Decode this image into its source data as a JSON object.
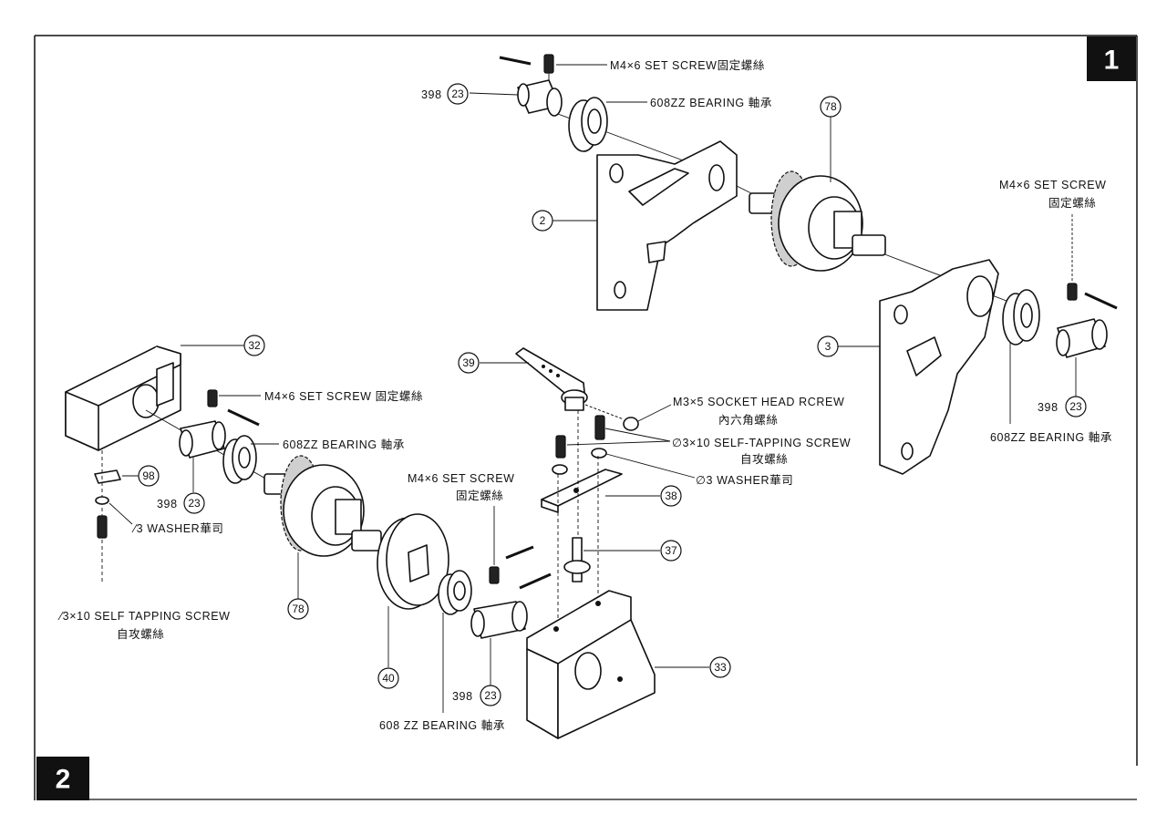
{
  "page_markers": {
    "top_right": "1",
    "bottom_left": "2"
  },
  "parts": {
    "p23_top": {
      "prefix": "398",
      "num": "23"
    },
    "p2": {
      "num": "2"
    },
    "p78_top": {
      "num": "78"
    },
    "p3": {
      "num": "3"
    },
    "p23_right": {
      "prefix": "398",
      "num": "23"
    },
    "p32": {
      "num": "32"
    },
    "p39": {
      "num": "39"
    },
    "p98": {
      "num": "98"
    },
    "p23_left": {
      "prefix": "398",
      "num": "23"
    },
    "p38": {
      "num": "38"
    },
    "p78_bottom": {
      "num": "78"
    },
    "p37": {
      "num": "37"
    },
    "p40": {
      "num": "40"
    },
    "p33": {
      "num": "33"
    },
    "p23_bottom": {
      "prefix": "398",
      "num": "23"
    }
  },
  "labels": {
    "set_screw_top": "M4×6 SET SCREW固定螺絲",
    "bearing_top": "608ZZ BEARING 軸承",
    "set_screw_right_1": "M4×6 SET SCREW",
    "set_screw_right_2": "固定螺絲",
    "bearing_right": "608ZZ BEARING 軸承",
    "set_screw_left": "M4×6 SET SCREW 固定螺絲",
    "bearing_left": "608ZZ BEARING 軸承",
    "washer_left": "⁄3 WASHER華司",
    "self_tap_left_1": "⁄3×10 SELF TAPPING SCREW",
    "self_tap_left_2": "自攻螺絲",
    "socket_1": "M3×5 SOCKET HEAD RCREW",
    "socket_2": "內六角螺絲",
    "self_tap_mid_1": "∅3×10 SELF-TAPPING SCREW",
    "self_tap_mid_2": "自攻螺絲",
    "washer_mid": "∅3 WASHER華司",
    "set_screw_mid_1": "M4×6 SET SCREW",
    "set_screw_mid_2": "固定螺絲",
    "bearing_bottom": "608 ZZ BEARING 軸承"
  }
}
